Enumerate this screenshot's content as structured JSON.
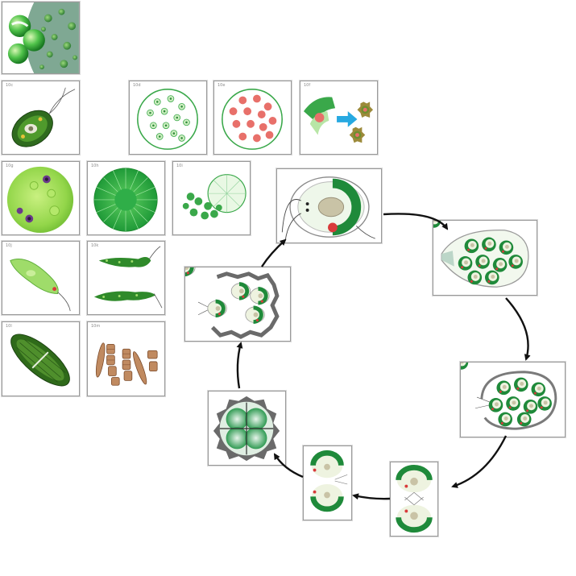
{
  "panel_labels": {
    "p2": "10c",
    "p3a": "10d",
    "p3b": "10e",
    "p3c": "10f",
    "p4a": "10g",
    "p4b": "10h",
    "p4c": "10i",
    "p5a": "10j",
    "p5b": "10k",
    "p6a": "10l",
    "p6b": "10m"
  },
  "colors": {
    "algae_green": "#3aa84a",
    "dark_green": "#1e7a2e",
    "light_green": "#b8e6a6",
    "eyespot_red": "#d93a3a",
    "arrow_blue": "#27a9e1",
    "cell_wall_gray": "#7a7a7a",
    "diatom_brown": "#b98360"
  }
}
